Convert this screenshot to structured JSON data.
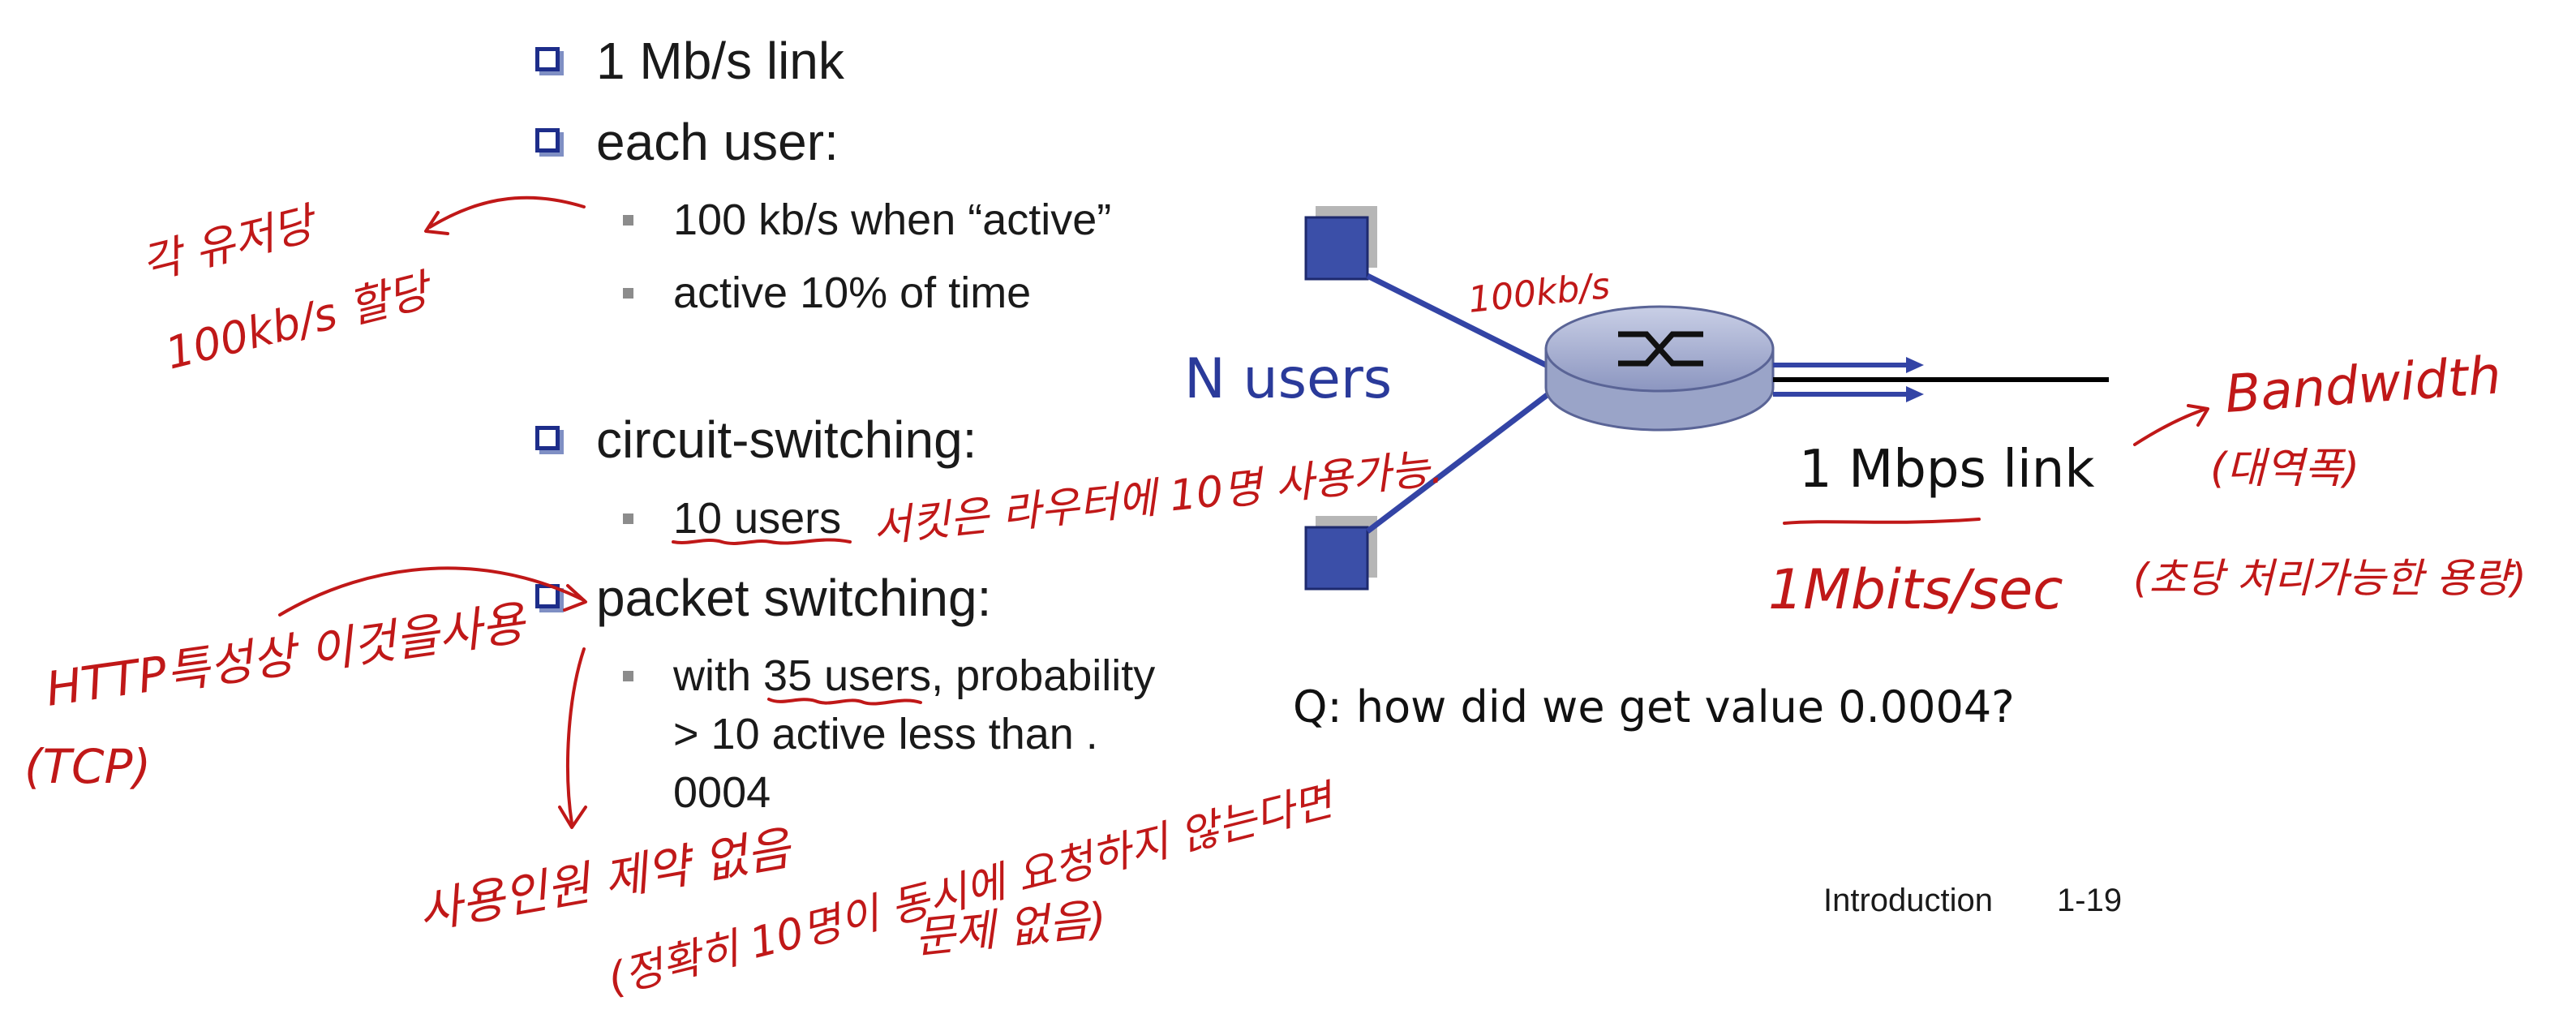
{
  "slide": {
    "bullets": [
      {
        "text": "1 Mb/s link"
      },
      {
        "text": "each user:",
        "sub": [
          "100 kb/s when “active”",
          "active 10% of time"
        ]
      },
      {
        "text": "circuit-switching:",
        "sub": [
          "10 users"
        ]
      },
      {
        "text": "packet switching:",
        "sub": [
          "with 35 users, probability",
          "> 10 active less than .",
          "0004"
        ]
      }
    ],
    "footer": {
      "section": "Introduction",
      "page": "1-19"
    }
  },
  "diagram": {
    "users_label": "N users",
    "link_label": "1 Mbps link",
    "question": "Q: how did we get value 0.0004?",
    "colors": {
      "host": "#3b4fa8",
      "link": "#3344a5",
      "router": "#9aa4c8",
      "text_blue": "#2a3a9a"
    }
  },
  "annotations": {
    "color": "#c01818",
    "per_user": [
      "각 유저당",
      "100kb/s 할당"
    ],
    "access_rate": "100kb/s",
    "circuit_note": "서킷은 라우터에 10명 사용가능.",
    "http_note": [
      "HTTP특성상 이것을사용",
      "(TCP)"
    ],
    "bandwidth": [
      "Bandwidth",
      "(대역폭)"
    ],
    "mbits": "1Mbits/sec",
    "capacity": "(초당 처리가능한 용량)",
    "no_limit": "사용인원 제약 없음",
    "exact10": "(정확히 10명이 동시에 요청하지 않는다면",
    "no_problem": "문제 없음)"
  }
}
